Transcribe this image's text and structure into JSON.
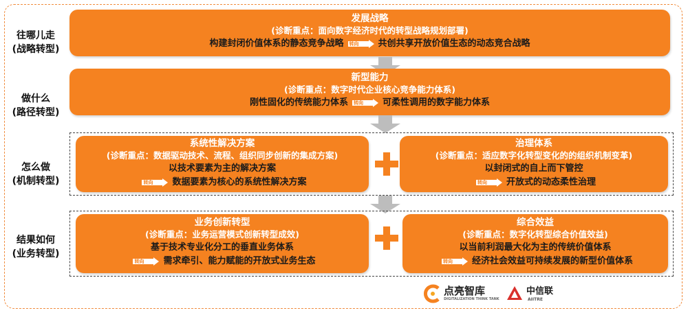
{
  "rows": [
    {
      "q": "往哪儿走",
      "sub": "(战略转型)"
    },
    {
      "q": "做什么",
      "sub": "(路径转型)"
    },
    {
      "q": "怎么做",
      "sub": "(机制转型)"
    },
    {
      "q": "结果如何",
      "sub": "(业务转型)"
    }
  ],
  "turn_label": "转向",
  "strategy": {
    "title": "发展战略",
    "focus": "(诊断重点：面向数字经济时代的转型战略规划部署)",
    "from": "构建封闭价值体系的静态竞争战略",
    "to": "共创共享开放价值生态的动态竞合战略"
  },
  "capability": {
    "title": "新型能力",
    "focus": "(诊断重点：数字时代企业核心竞争能力体系)",
    "from": "刚性固化的传统能力体系",
    "to": "可柔性调用的数字能力体系"
  },
  "solution": {
    "title": "系统性解决方案",
    "focus": "(诊断重点：数据驱动技术、流程、组织同步创新的集成方案)",
    "from": "以技术要素为主的解决方案",
    "to": "数据要素为核心的系统性解决方案"
  },
  "governance": {
    "title": "治理体系",
    "focus": "(诊断重点：适应数字化转型变化的的组织机制变革)",
    "from": "以封闭式的自上而下管控",
    "to": "开放式的动态柔性治理"
  },
  "innovation": {
    "title": "业务创新转型",
    "focus": "(诊断重点：业务运营模式创新转型成效)",
    "from": "基于技术专业化分工的垂直业务体系",
    "to": "需求牵引、能力赋能的开放式业务生态"
  },
  "benefit": {
    "title": "综合效益",
    "focus": "(诊断重点：数字化转型综合价值效益)",
    "from": "以当前利润最大化为主的传统价值体系",
    "to": "经济社会效益可持续发展的新型价值体系"
  },
  "logos": {
    "dianliang": {
      "name": "点亮智库",
      "sub": "DIGITALIZATION THINK TANK"
    },
    "aiitre": {
      "name": "中信联",
      "sub": "AIITRE"
    }
  },
  "colors": {
    "accent": "#f58220",
    "arrow": "#bdbdbd"
  }
}
